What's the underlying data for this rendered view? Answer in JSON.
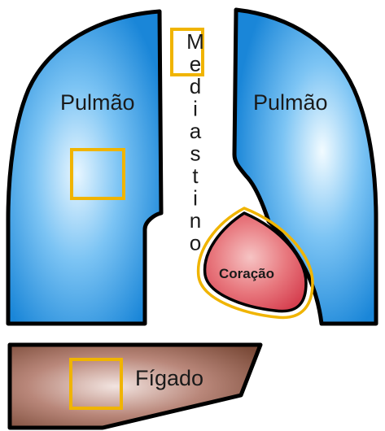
{
  "labels": {
    "left_lung": "Pulmão",
    "right_lung": "Pulmão",
    "heart": "Coração",
    "liver": "Fígado",
    "mediastinum": "Mediastino"
  },
  "colors": {
    "lung_light": "#e8f6ff",
    "lung_dark": "#1a86d8",
    "heart_light": "#f6b8b8",
    "heart_dark": "#d64050",
    "liver_light": "#f2e4e0",
    "liver_dark": "#7a4a38",
    "highlight_box": "#f0b400",
    "outline": "#000000"
  }
}
